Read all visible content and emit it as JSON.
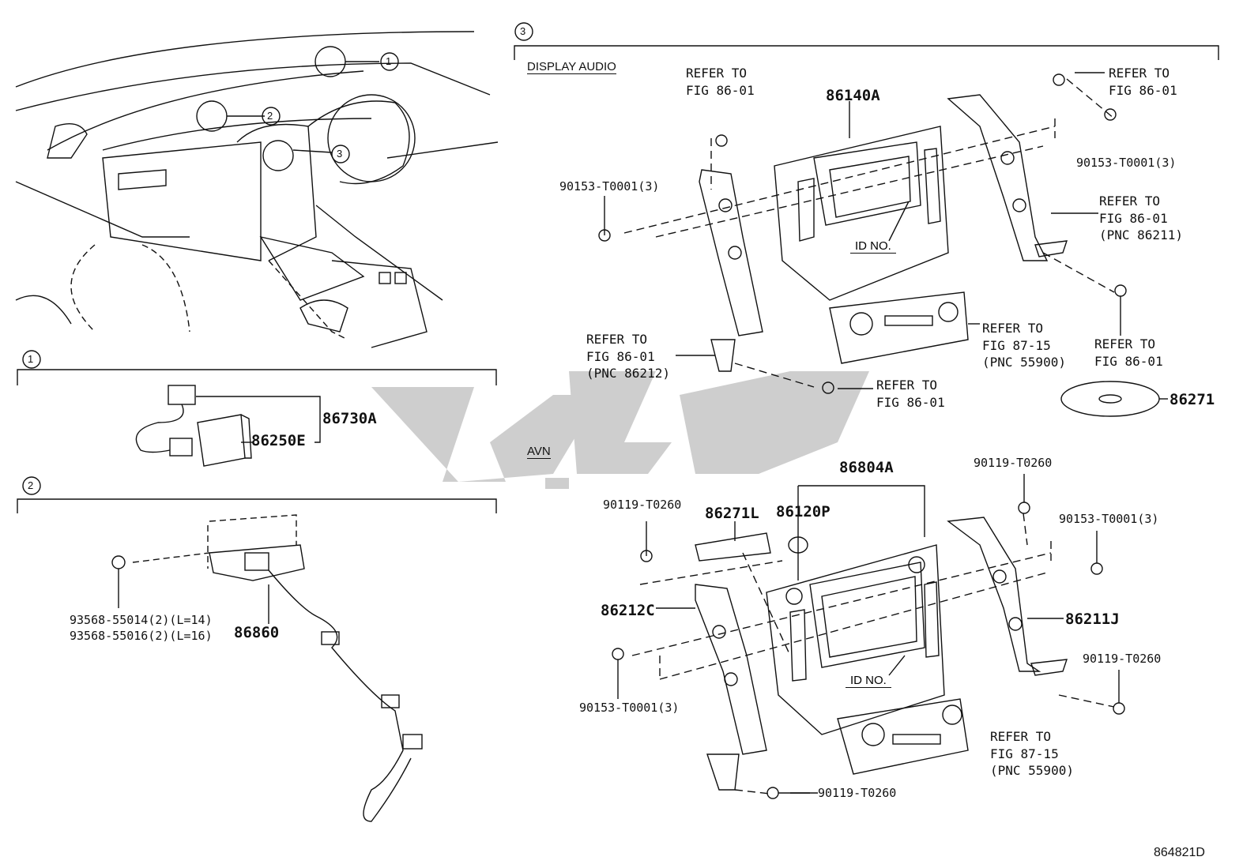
{
  "figure_id": "864821D",
  "callouts": {
    "c1": "1",
    "c2": "2",
    "c3": "3"
  },
  "section1": {
    "harness": "86730A",
    "module": "86250E"
  },
  "section2": {
    "screw_a": "93568-55014(2)(L=14)",
    "screw_b": "93568-55016(2)(L=16)",
    "sensor": "86860"
  },
  "section3": {
    "id_no": "ID NO.",
    "display_audio": {
      "heading": "DISPLAY AUDIO",
      "ref_a": "REFER TO\nFIG 86-01",
      "head_unit": "86140A",
      "ref_b": "REFER TO\nFIG 86-01",
      "screw_right": "90153-T0001(3)",
      "screw_left": "90153-T0001(3)",
      "ref_c": "REFER TO\nFIG 86-01\n(PNC 86211)",
      "ref_d": "REFER TO\nFIG 86-01\n(PNC 86212)",
      "ref_e": "REFER TO\nFIG 87-15\n(PNC 55900)",
      "ref_f": "REFER TO\nFIG 86-01",
      "ref_g": "REFER TO\nFIG 86-01",
      "disc": "86271"
    },
    "avn": {
      "heading": "AVN",
      "head_unit": "86804A",
      "screw_top": "90119-T0260",
      "screw_left": "90119-T0260",
      "bracket": "86271L",
      "knob": "86120P",
      "screw_right": "90153-T0001(3)",
      "left_bracket": "86212C",
      "right_bracket": "86211J",
      "screw_right_low": "90119-T0260",
      "screw_left_low": "90153-T0001(3)",
      "ref_panel": "REFER TO\nFIG 87-15\n(PNC 55900)",
      "screw_bottom": "90119-T0260"
    }
  }
}
